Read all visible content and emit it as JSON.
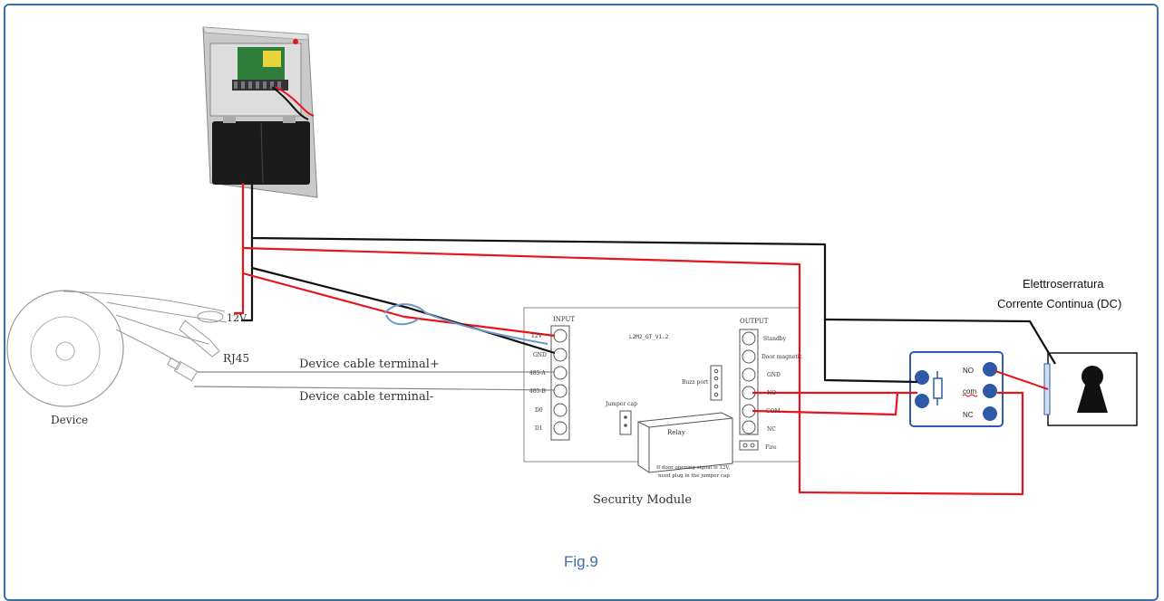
{
  "caption": "Fig.9",
  "device": {
    "label": "Device",
    "label_12v": "12V",
    "label_rj45": "RJ45",
    "cable_plus": "Device cable terminal+",
    "cable_minus": "Device cable terminal-"
  },
  "module": {
    "title": "Security Module",
    "board_id": "L2M2_GT_V1.2",
    "input_header": "INPUT",
    "input_terminals": [
      "12V",
      "GND",
      "485-A",
      "485-B",
      "D0",
      "D1"
    ],
    "output_header": "OUTPUT",
    "output_terminals": [
      "Standby",
      "Door magnetic",
      "GND",
      "NO",
      "COM",
      "NC"
    ],
    "fire_label": "Fire",
    "buzz_port": "Buzz port",
    "jumper_cap": "Jumper cap",
    "relay": "Relay",
    "note_line1": "If door opening signal is 12V,",
    "note_line2": "need plug in the jumper cap"
  },
  "relay_board": {
    "no": "NO",
    "com": "com",
    "nc": "NC"
  },
  "lock": {
    "title_line1": "Elettroserratura",
    "title_line2": "Corrente Continua (DC)"
  },
  "colors": {
    "frame": "#3b6fa8",
    "wire_red": "#e8141b",
    "wire_black": "#111111",
    "relay_blue": "#2e5aa8",
    "cable_blue": "#6f94cc"
  }
}
